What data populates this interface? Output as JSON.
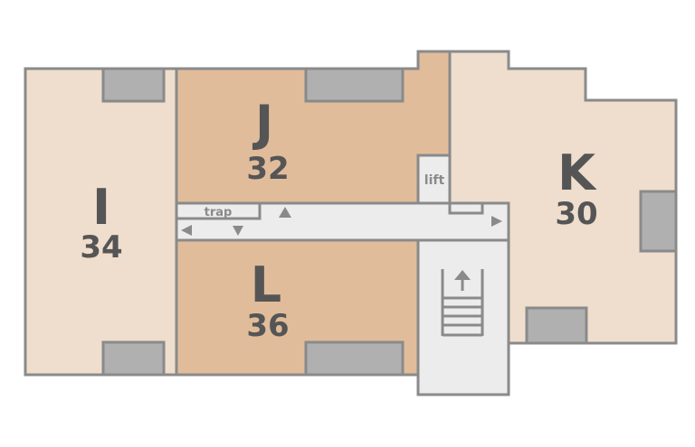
{
  "floorplan": {
    "colors": {
      "light_room": "#efdecd",
      "dark_room": "#e1bc9b",
      "corridor": "#ececec",
      "fixture": "#b0b0b0",
      "wall": "#8a8a8a",
      "label": "#555555"
    },
    "rooms": [
      {
        "id": "I",
        "letter": "I",
        "number": "34",
        "shade": "light"
      },
      {
        "id": "J",
        "letter": "J",
        "number": "32",
        "shade": "dark"
      },
      {
        "id": "K",
        "letter": "K",
        "number": "30",
        "shade": "light"
      },
      {
        "id": "L",
        "letter": "L",
        "number": "36",
        "shade": "dark"
      }
    ],
    "labels": {
      "trap": "trap",
      "lift": "lift"
    },
    "icons": {
      "corridor_left_arrow": "triangle-left",
      "corridor_down_arrow": "triangle-down",
      "corridor_up_arrow": "triangle-up",
      "corridor_right_arrow": "triangle-right",
      "stairs": "stairs-up"
    }
  }
}
